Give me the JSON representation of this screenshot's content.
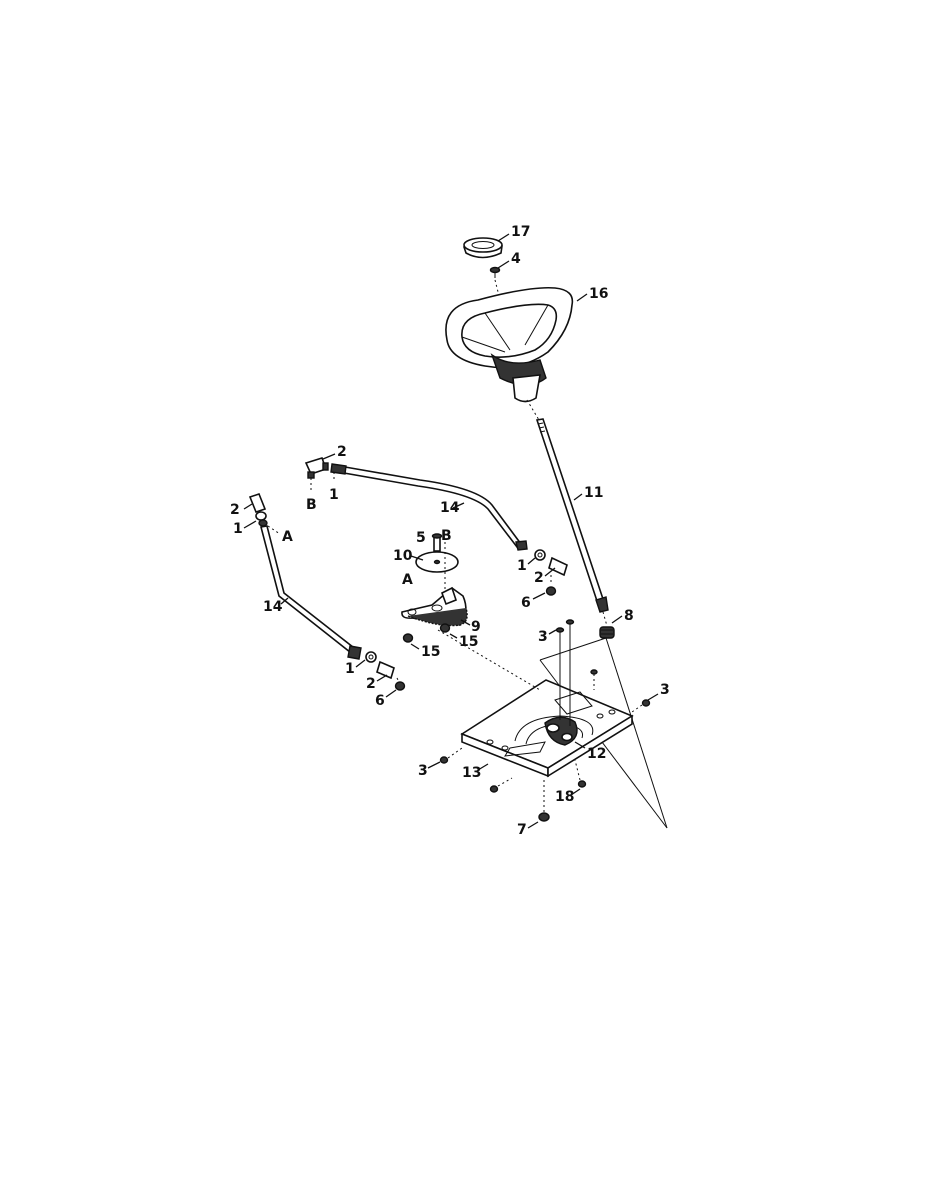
{
  "diagram": {
    "callouts": [
      {
        "id": "c17",
        "text": "17"
      },
      {
        "id": "c4",
        "text": "4"
      },
      {
        "id": "c16",
        "text": "16"
      },
      {
        "id": "c2a",
        "text": "2"
      },
      {
        "id": "c1a",
        "text": "1"
      },
      {
        "id": "cBa",
        "text": "B"
      },
      {
        "id": "c14a",
        "text": "14"
      },
      {
        "id": "c11",
        "text": "11"
      },
      {
        "id": "c2b",
        "text": "2"
      },
      {
        "id": "c1b",
        "text": "1"
      },
      {
        "id": "cAa",
        "text": "A"
      },
      {
        "id": "c5",
        "text": "5"
      },
      {
        "id": "cBb",
        "text": "B"
      },
      {
        "id": "c10",
        "text": "10"
      },
      {
        "id": "c1c",
        "text": "1"
      },
      {
        "id": "c2c",
        "text": "2"
      },
      {
        "id": "c6a",
        "text": "6"
      },
      {
        "id": "cAb",
        "text": "A"
      },
      {
        "id": "c14b",
        "text": "14"
      },
      {
        "id": "c8",
        "text": "8"
      },
      {
        "id": "c9",
        "text": "9"
      },
      {
        "id": "c3a",
        "text": "3"
      },
      {
        "id": "c15a",
        "text": "15"
      },
      {
        "id": "c15b",
        "text": "15"
      },
      {
        "id": "c1d",
        "text": "1"
      },
      {
        "id": "c2d",
        "text": "2"
      },
      {
        "id": "c6b",
        "text": "6"
      },
      {
        "id": "c3b",
        "text": "3"
      },
      {
        "id": "c12",
        "text": "12"
      },
      {
        "id": "c3c",
        "text": "3"
      },
      {
        "id": "c13",
        "text": "13"
      },
      {
        "id": "c18",
        "text": "18"
      },
      {
        "id": "c7",
        "text": "7"
      }
    ]
  }
}
